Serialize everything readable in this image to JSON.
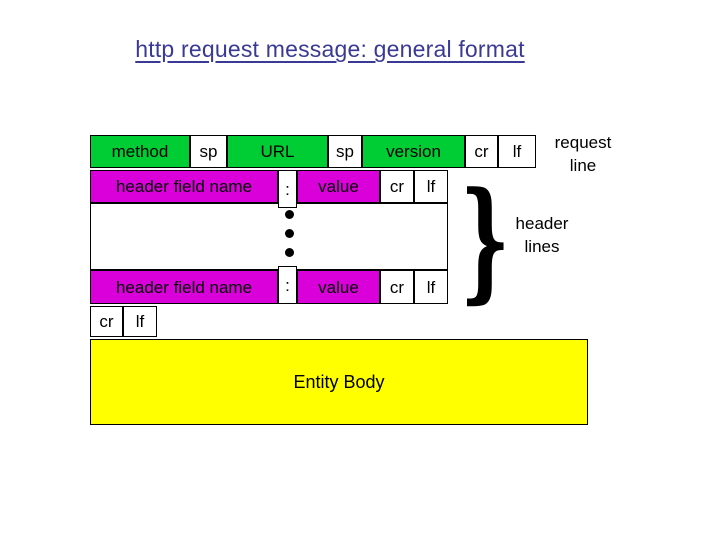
{
  "title": "http request message: general format",
  "colors": {
    "green": "#00CC33",
    "magenta": "#D900D9",
    "yellow": "#FFFF00",
    "title_color": "#3A3A94",
    "border": "#000000"
  },
  "request_line": {
    "method": "method",
    "sp1": "sp",
    "url": "URL",
    "sp2": "sp",
    "version": "version",
    "cr": "cr",
    "lf": "lf",
    "annotation": {
      "line1": "request",
      "line2": "line"
    }
  },
  "header_line_top": {
    "field_name": "header field name",
    "colon": ":",
    "value": "value",
    "cr": "cr",
    "lf": "lf"
  },
  "header_line_bottom": {
    "field_name": "header field name",
    "colon": ":",
    "value": "value",
    "cr": "cr",
    "lf": "lf"
  },
  "blank_line": {
    "cr": "cr",
    "lf": "lf"
  },
  "header_lines_annotation": {
    "brace": "}",
    "line1": "header",
    "line2": "lines"
  },
  "entity_body": {
    "label": "Entity Body"
  }
}
